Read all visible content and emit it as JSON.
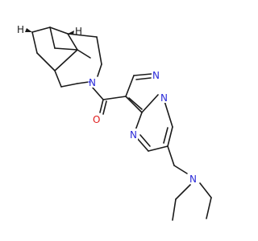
{
  "atoms": {
    "n_bicyclic": "N",
    "o_carbonyl": "O",
    "n_pyrazole_top": "N",
    "n_pyrazole_bridge": "N",
    "n_pyrimidine": "N",
    "n_amine": "N",
    "h_upper_left": "H",
    "h_upper_mid": "H"
  },
  "colors": {
    "bond": "#1a1a1a",
    "nitrogen": "#2b2bd8",
    "oxygen": "#e01b1b",
    "background": "#ffffff"
  }
}
